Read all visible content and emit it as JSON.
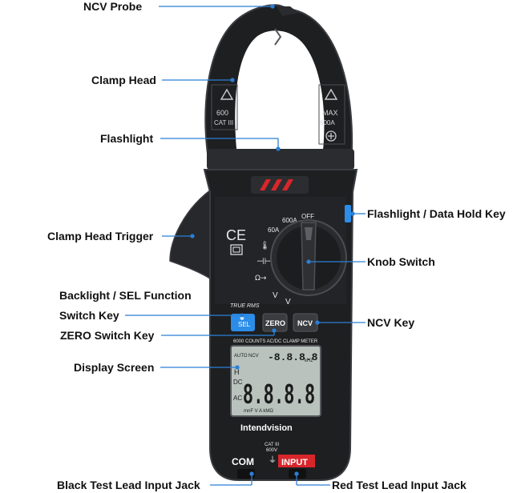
{
  "callouts": {
    "ncv_probe": "NCV Probe",
    "clamp_head": "Clamp Head",
    "flashlight": "Flashlight",
    "clamp_head_trigger": "Clamp Head Trigger",
    "backlight_sel_line1": "Backlight / SEL Function",
    "backlight_sel_line2": "Switch Key",
    "zero_switch_key": "ZERO Switch Key",
    "display_screen": "Display Screen",
    "black_lead_jack": "Black Test Lead Input Jack",
    "flashlight_data_hold_key": "Flashlight / Data Hold Key",
    "knob_switch": "Knob Switch",
    "ncv_key": "NCV Key",
    "red_lead_jack": "Red Test Lead Input Jack"
  },
  "device": {
    "jaw_left_warning": "600",
    "jaw_left_cat": "CAT III",
    "jaw_right_max": "MAX",
    "jaw_right_amps": "600A",
    "ce_mark": "CE",
    "dial_off": "OFF",
    "dial_600a": "600A",
    "dial_60a": "60A",
    "dial_v_ac": "V",
    "dial_v_dc": "V",
    "true_rms": "TRUE RMS",
    "sel_key": "SEL",
    "zero_key": "ZERO",
    "ncv_key": "NCV",
    "meter_title": "6000 COUNTS AC/DC CLAMP METER",
    "lcd_small_digits": "-8.8.8.8",
    "lcd_main_digits": "8.8.8.8",
    "lcd_auto": "AUTO",
    "lcd_ncv": "NCV",
    "lcd_hz": "kHz",
    "lcd_h": "H",
    "lcd_dc": "DC",
    "lcd_ac": "AC",
    "lcd_units": "mnF V A kMΩ",
    "brand": "Intendvision",
    "port_cat": "CAT III",
    "port_voltage": "600V",
    "com_label": "COM",
    "input_label": "INPUT"
  },
  "colors": {
    "line": "#2b7fd6",
    "body": "#1e1f21",
    "body_edge": "#3a3c40",
    "accent_red": "#d9262b",
    "accent_blue": "#2b8de8",
    "lcd_bg": "#b9c2bd"
  }
}
